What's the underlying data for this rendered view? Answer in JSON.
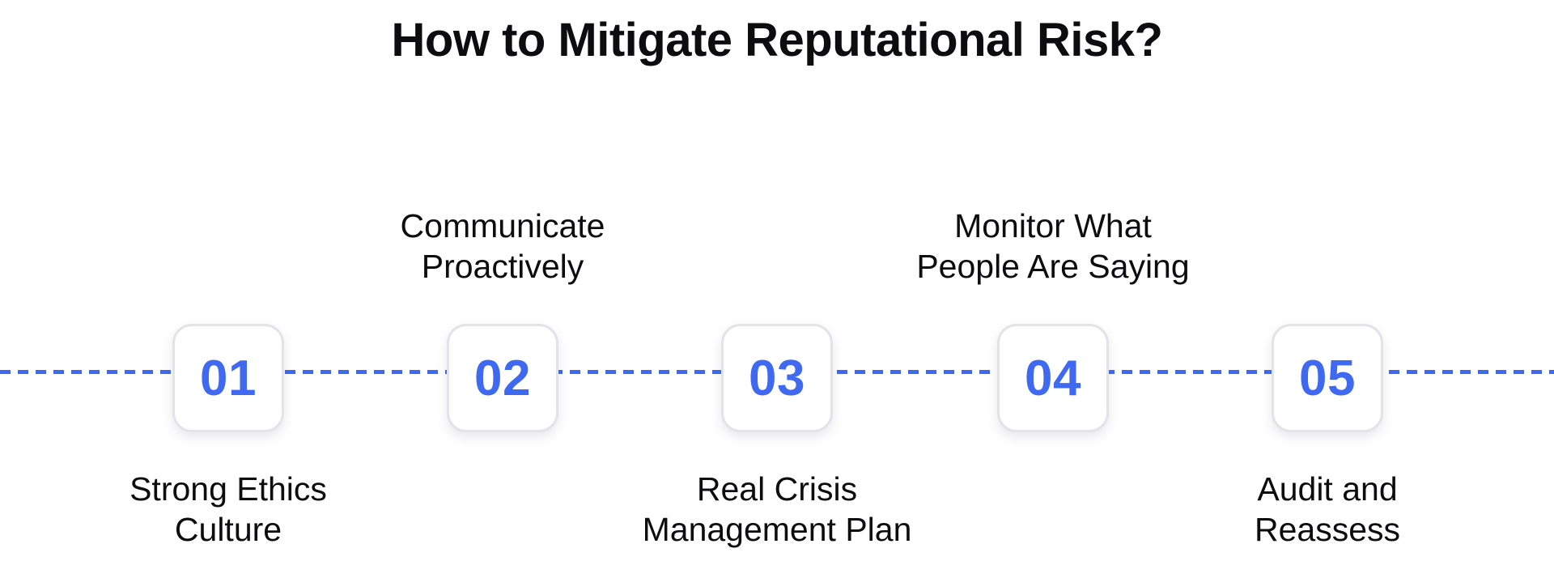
{
  "title": "How to Mitigate Reputational Risk?",
  "colors": {
    "accent_blue": "#3e69f0",
    "box_border": "#e3e3e8",
    "text": "#0d0d0f",
    "background": "#ffffff"
  },
  "steps": [
    {
      "number": "01",
      "label_lines": [
        "Strong Ethics",
        "Culture"
      ],
      "label_position": "below"
    },
    {
      "number": "02",
      "label_lines": [
        "Communicate",
        "Proactively"
      ],
      "label_position": "above"
    },
    {
      "number": "03",
      "label_lines": [
        "Real Crisis",
        "Management Plan"
      ],
      "label_position": "below"
    },
    {
      "number": "04",
      "label_lines": [
        "Monitor What",
        "People Are Saying"
      ],
      "label_position": "above"
    },
    {
      "number": "05",
      "label_lines": [
        "Audit and",
        "Reassess"
      ],
      "label_position": "below"
    }
  ]
}
